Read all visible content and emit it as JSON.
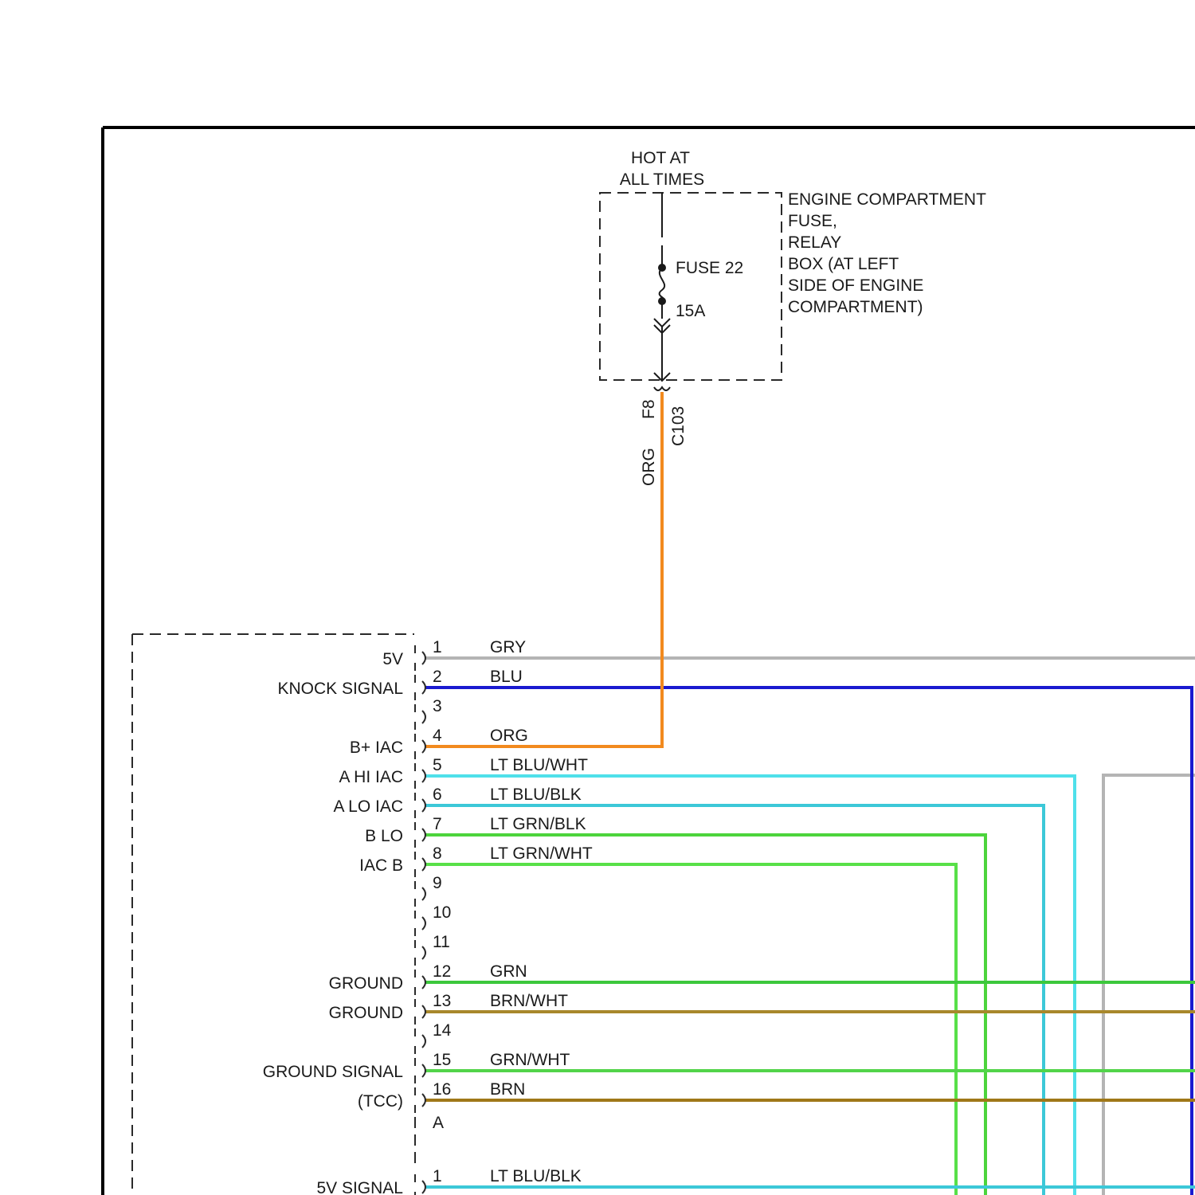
{
  "supply": {
    "label_line1": "HOT AT",
    "label_line2": "ALL TIMES"
  },
  "fuse_box": {
    "name_lines": [
      "ENGINE COMPARTMENT",
      "FUSE,",
      "RELAY",
      "BOX (AT LEFT",
      "SIDE OF ENGINE",
      "COMPARTMENT)"
    ],
    "fuse_label": "FUSE 22",
    "fuse_rating": "15A"
  },
  "connector_c103": {
    "pin": "F8",
    "name": "C103",
    "wire_color_label": "ORG"
  },
  "module": {
    "pins": [
      {
        "num": "1",
        "signal": "5V",
        "wire": "GRY",
        "color": "#b4b4b4"
      },
      {
        "num": "2",
        "signal": "KNOCK SIGNAL",
        "wire": "BLU",
        "color": "#1a1ad0"
      },
      {
        "num": "3",
        "signal": "",
        "wire": "",
        "color": ""
      },
      {
        "num": "4",
        "signal": "B+ IAC",
        "wire": "ORG",
        "color": "#f28a1e"
      },
      {
        "num": "5",
        "signal": "A HI IAC",
        "wire": "LT BLU/WHT",
        "color": "#4fe0ea"
      },
      {
        "num": "6",
        "signal": "A LO IAC",
        "wire": "LT BLU/BLK",
        "color": "#3cc8d8"
      },
      {
        "num": "7",
        "signal": "B LO",
        "wire": "LT GRN/BLK",
        "color": "#4cd43c"
      },
      {
        "num": "8",
        "signal": "IAC B",
        "wire": "LT GRN/WHT",
        "color": "#58e048"
      },
      {
        "num": "9",
        "signal": "",
        "wire": "",
        "color": ""
      },
      {
        "num": "10",
        "signal": "",
        "wire": "",
        "color": ""
      },
      {
        "num": "11",
        "signal": "",
        "wire": "",
        "color": ""
      },
      {
        "num": "12",
        "signal": "GROUND",
        "wire": "GRN",
        "color": "#3cc83c"
      },
      {
        "num": "13",
        "signal": "GROUND",
        "wire": "BRN/WHT",
        "color": "#a8882c"
      },
      {
        "num": "14",
        "signal": "",
        "wire": "",
        "color": ""
      },
      {
        "num": "15",
        "signal": "GROUND SIGNAL",
        "wire": "GRN/WHT",
        "color": "#52d44a"
      },
      {
        "num": "16",
        "signal": "(TCC)",
        "wire": "BRN",
        "color": "#a07818"
      }
    ],
    "connector_letter": "A",
    "pins_b": [
      {
        "num": "1",
        "signal": "5V SIGNAL",
        "wire": "LT BLU/BLK",
        "color": "#3cc8d8"
      }
    ]
  },
  "colors": {
    "frame": "#000000",
    "dash": "#2a2a2a",
    "gray_riser": "#b4b4b4"
  }
}
